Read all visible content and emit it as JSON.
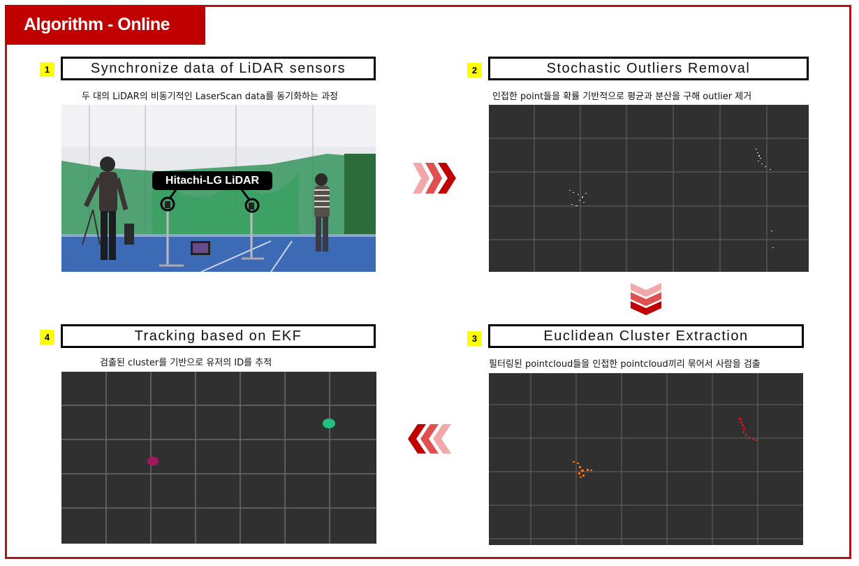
{
  "header": {
    "title": "Algorithm - Online"
  },
  "steps": [
    {
      "number": "1",
      "title": "Synchronize data of LiDAR sensors",
      "description": "두 대의 LiDAR의 비동기적인 LaserScan data를 동기화하는 과정"
    },
    {
      "number": "2",
      "title": "Stochastic Outliers Removal",
      "description": "인접한 point들을 확률 기반적으로 평균과 분산을 구해 outlier 제거"
    },
    {
      "number": "3",
      "title": "Euclidean Cluster Extraction",
      "description": "필터링된 pointcloud들을 인접한 pointcloud끼리 묶어서 사람을 검출"
    },
    {
      "number": "4",
      "title": "Tracking based on EKF",
      "description": "검출된 cluster를 기반으로 유저의 ID를 추적"
    }
  ],
  "photo": {
    "label": "Hitachi-LG LiDAR"
  },
  "colors": {
    "accent": "#c00000",
    "badge": "#ffff00",
    "panel_bg": "#303030",
    "grid": "#6a6a6a",
    "cluster_red": "#e01010",
    "cluster_orange": "#ff7010",
    "track_green": "#20c080",
    "track_magenta": "#a01860"
  },
  "icons": [
    "chevron-right-arrows-icon",
    "chevron-down-arrows-icon",
    "chevron-left-arrows-icon"
  ]
}
